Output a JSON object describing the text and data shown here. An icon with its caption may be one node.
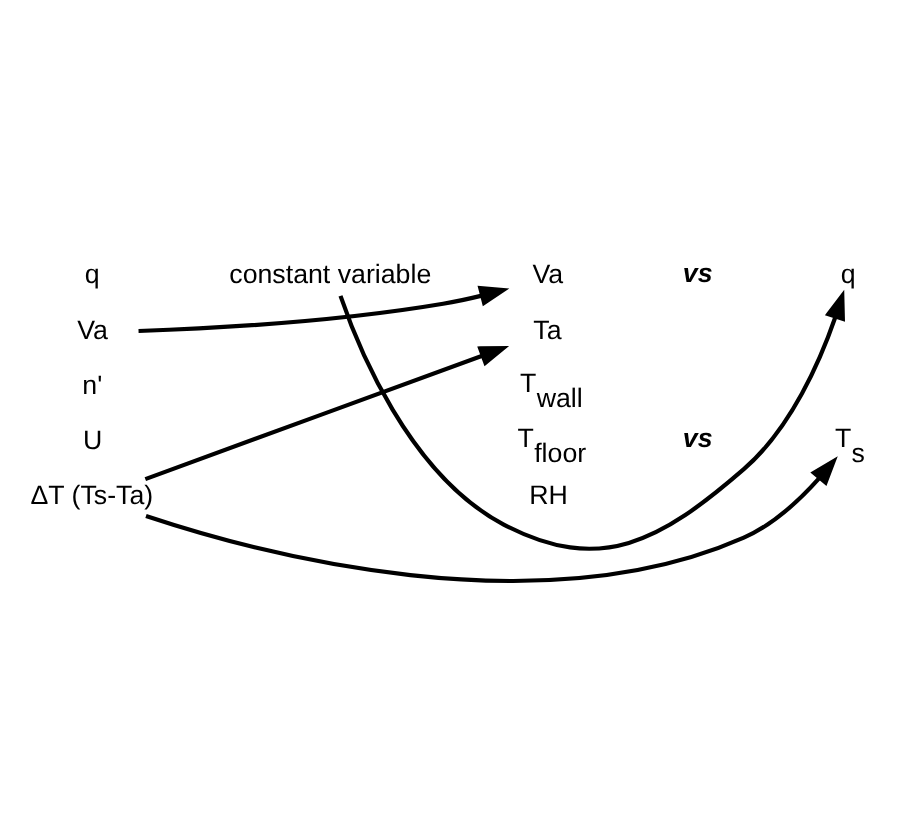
{
  "diagram": {
    "nodes": [
      {
        "text": [
          "q"
        ]
      },
      {
        "text": [
          "constant variable"
        ]
      },
      {
        "text": [
          "Va"
        ]
      },
      {
        "text": [
          "n'"
        ]
      },
      {
        "text": [
          "U"
        ]
      },
      {
        "text": [
          "ΔT (Ts-Ta)"
        ]
      },
      {
        "text": [
          "Va"
        ]
      },
      {
        "text": [
          "*vs*"
        ]
      },
      {
        "text": [
          "q"
        ]
      },
      {
        "text": [
          "Ta"
        ]
      },
      {
        "text": [
          "T$_{wall}$"
        ]
      },
      {
        "text": [
          "T$_{floor}$"
        ]
      },
      {
        "text": [
          "RH"
        ]
      },
      {
        "text": [
          "*vs*"
        ]
      },
      {
        "text": [
          "T$_{s}$"
        ]
      }
    ],
    "edges": [
      {
        "from": 1,
        "to": 8,
        "arrow": "to"
      },
      {
        "from": 2,
        "to": 6,
        "arrow": "to"
      },
      {
        "from": 5,
        "to": 14,
        "arrow": "to"
      },
      {
        "from": 5,
        "to": 9,
        "arrow": "to"
      }
    ]
  }
}
